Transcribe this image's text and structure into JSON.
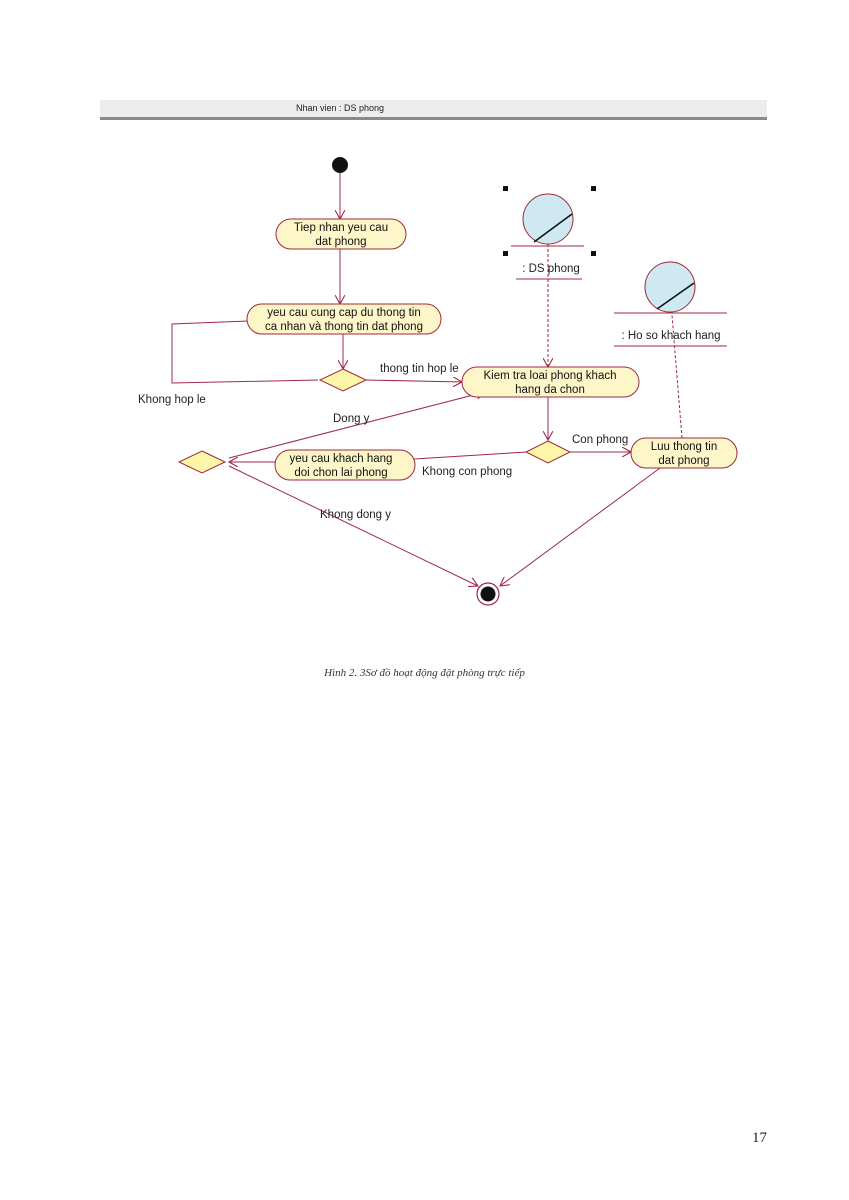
{
  "swimlane": {
    "title": "Nhan vien : DS phong"
  },
  "activities": {
    "tiep_nhan": [
      "Tiep nhan yeu cau",
      "dat phong"
    ],
    "yeu_cau_cung_cap": [
      "yeu cau cung cap du thong tin",
      "ca nhan và thong tin dat phong"
    ],
    "kiem_tra": [
      "Kiem tra loai phong khach",
      "hang da chon"
    ],
    "yeu_cau_doi": [
      "yeu cau khach hang",
      "doi chon lai phong"
    ],
    "luu_thong_tin": [
      "Luu thong tin",
      "dat phong"
    ]
  },
  "objects": {
    "ds_phong": ": DS phong",
    "ho_so": ": Ho so khach hang"
  },
  "edge_labels": {
    "thong_tin_hop_le": "thong tin hop le",
    "khong_hop_le": "Khong hop le",
    "dong_y": "Dong y",
    "con_phong": "Con phong",
    "khong_con_phong": "Khong con phong",
    "khong_dong_y": "Khong dong y"
  },
  "colors": {
    "activity_fill": "#fdf6c8",
    "activity_stroke": "#a0283c",
    "arrow": "#a0284a",
    "decision_fill": "#fdf6a8",
    "object_fill": "#cfe9f2"
  },
  "caption": "Hình 2. 3Sơ đồ hoạt động đặt phòng trực tiếp",
  "page_number": "17"
}
